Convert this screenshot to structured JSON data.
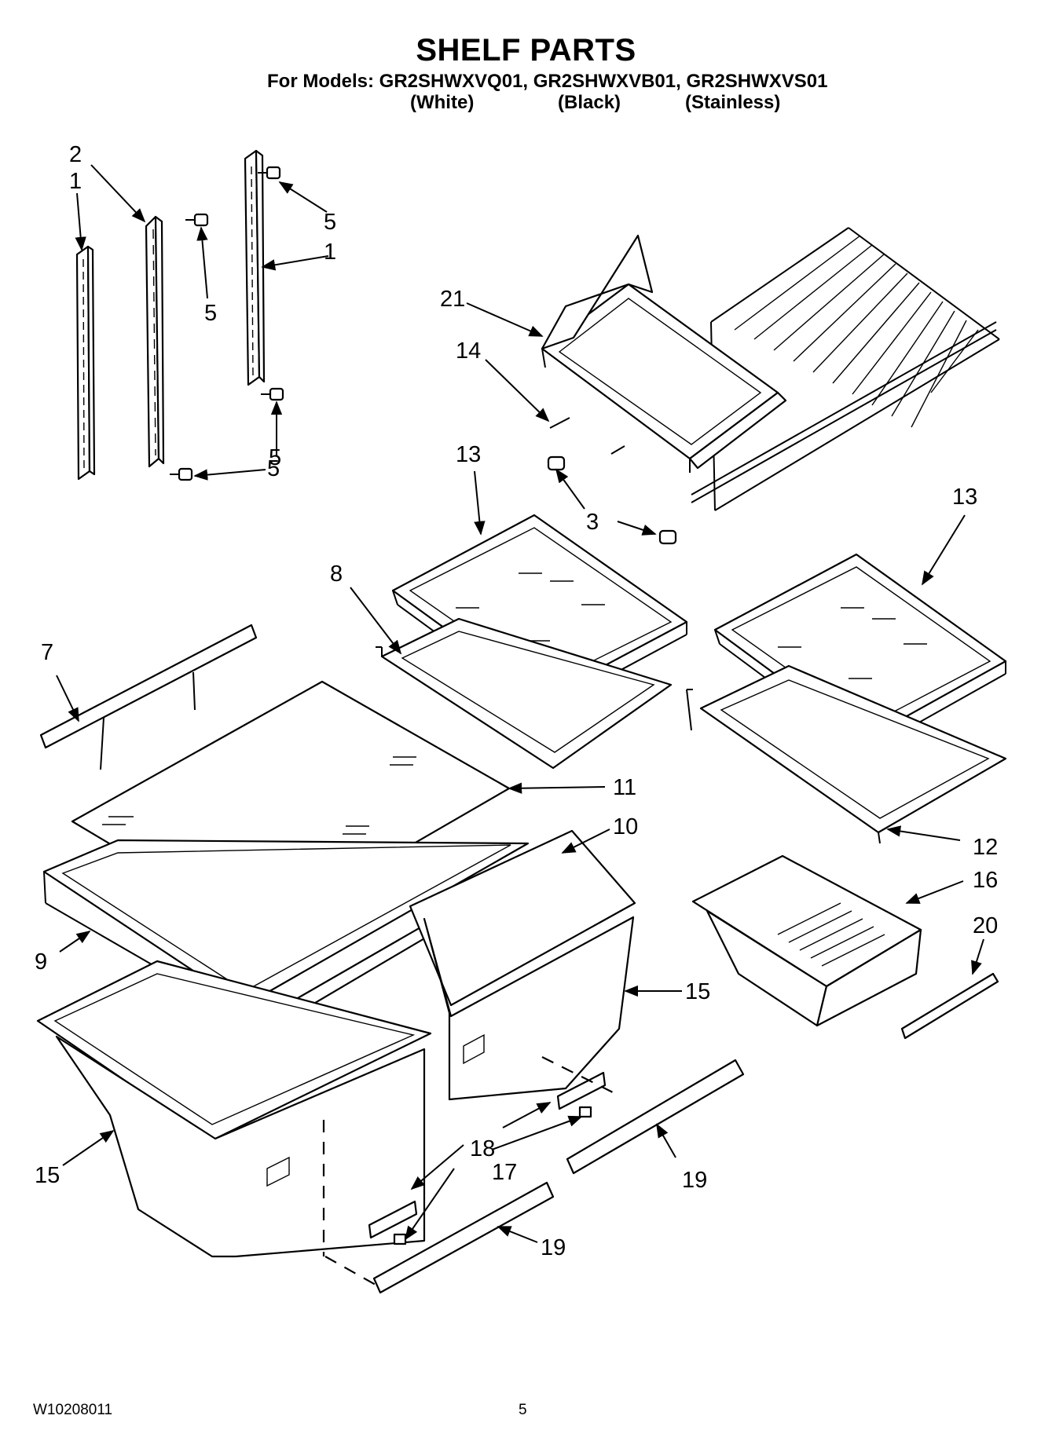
{
  "header": {
    "title": "SHELF PARTS",
    "models_line": "For Models: GR2SHWXVQ01, GR2SHWXVB01, GR2SHWXVS01",
    "variants": [
      "(White)",
      "(Black)",
      "(Stainless)"
    ]
  },
  "callouts": [
    {
      "id": "c1a",
      "text": "1"
    },
    {
      "id": "c2",
      "text": "2"
    },
    {
      "id": "c5a",
      "text": "5"
    },
    {
      "id": "c5b",
      "text": "5"
    },
    {
      "id": "c1b",
      "text": "1"
    },
    {
      "id": "c5c",
      "text": "5"
    },
    {
      "id": "c5d",
      "text": "5"
    },
    {
      "id": "c21",
      "text": "21"
    },
    {
      "id": "c14",
      "text": "14"
    },
    {
      "id": "c13a",
      "text": "13"
    },
    {
      "id": "c3",
      "text": "3"
    },
    {
      "id": "c13b",
      "text": "13"
    },
    {
      "id": "c8",
      "text": "8"
    },
    {
      "id": "c7",
      "text": "7"
    },
    {
      "id": "c11",
      "text": "11"
    },
    {
      "id": "c10",
      "text": "10"
    },
    {
      "id": "c12",
      "text": "12"
    },
    {
      "id": "c16",
      "text": "16"
    },
    {
      "id": "c9",
      "text": "9"
    },
    {
      "id": "c20",
      "text": "20"
    },
    {
      "id": "c15a",
      "text": "15"
    },
    {
      "id": "c15b",
      "text": "15"
    },
    {
      "id": "c18",
      "text": "18"
    },
    {
      "id": "c17",
      "text": "17"
    },
    {
      "id": "c19a",
      "text": "19"
    },
    {
      "id": "c19b",
      "text": "19"
    }
  ],
  "footer": {
    "doc_code": "W10208011",
    "page_number": "5"
  }
}
